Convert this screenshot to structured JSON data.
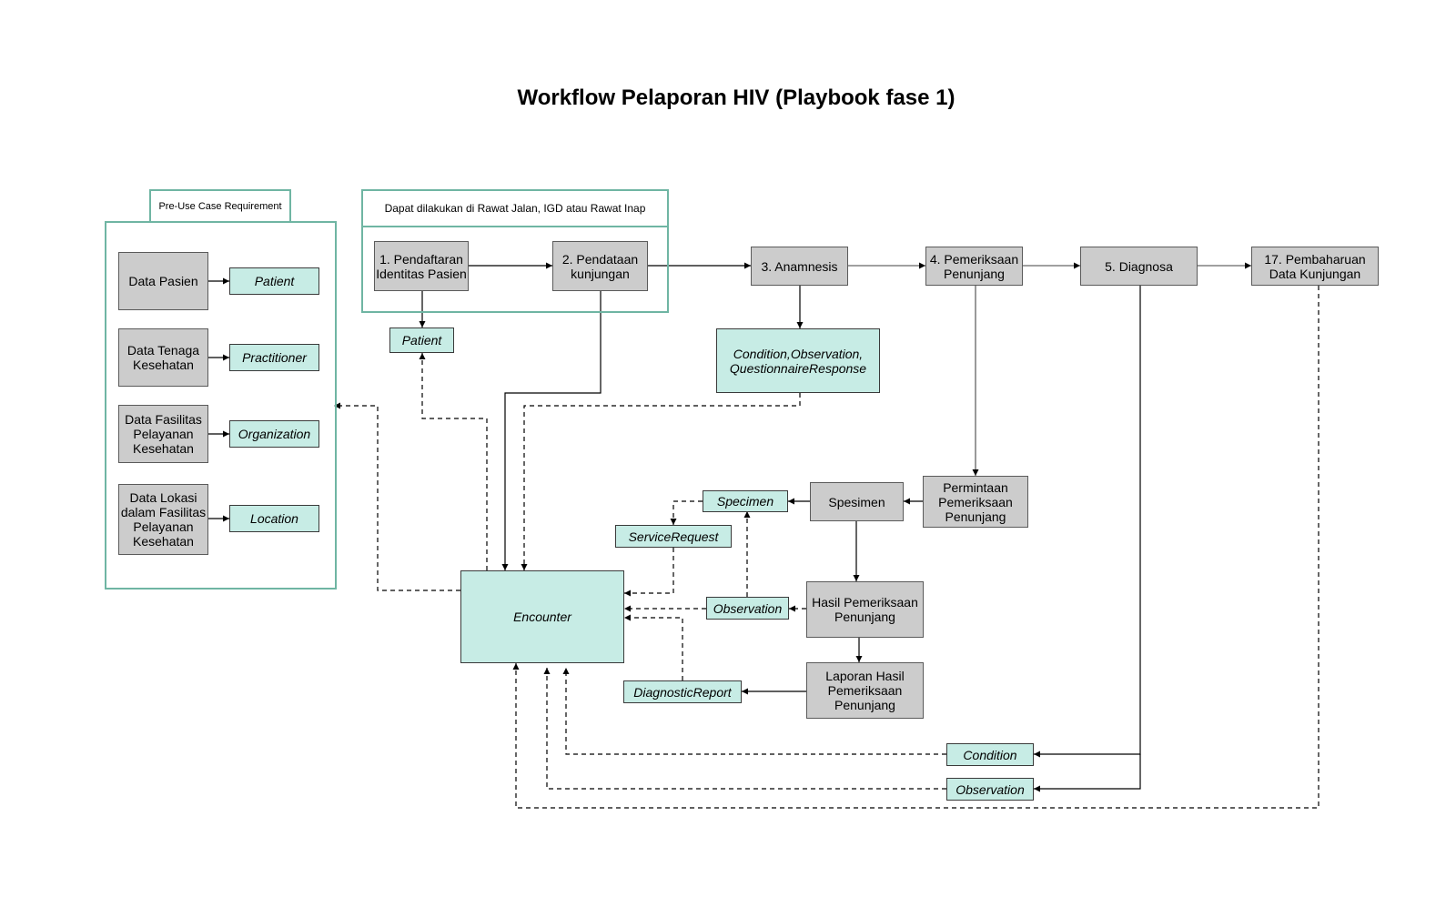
{
  "title": "Workflow Pelaporan HIV (Playbook fase 1)",
  "groups": {
    "pre_use_case": "Pre-Use Case Requirement",
    "care_setting": "Dapat dilakukan di Rawat Jalan, IGD atau Rawat Inap"
  },
  "prereq": {
    "data_pasien": "Data Pasien",
    "data_tenaga": "Data Tenaga\nKesehatan",
    "data_fasilitas": "Data Fasilitas\nPelayanan\nKesehatan",
    "data_lokasi": "Data Lokasi\ndalam Fasilitas\nPelayanan\nKesehatan"
  },
  "prereq_resources": {
    "patient": "Patient",
    "practitioner": "Practitioner",
    "organization": "Organization",
    "location": "Location"
  },
  "steps": {
    "step1": "1. Pendaftaran\nIdentitas Pasien",
    "step2": "2. Pendataan\nkunjungan",
    "step3": "3. Anamnesis",
    "step4": "4. Pemeriksaan\nPenunjang",
    "step5": "5. Diagnosa",
    "step17": "17. Pembaharuan\nData Kunjungan",
    "permintaan": "Permintaan\nPemeriksaan\nPenunjang",
    "spesimen": "Spesimen",
    "hasil": "Hasil Pemeriksaan\nPenunjang",
    "laporan": "Laporan Hasil\nPemeriksaan\nPenunjang"
  },
  "resources": {
    "patient": "Patient",
    "anamnesis": "Condition,Observation,\nQuestionnaireResponse",
    "specimen": "Specimen",
    "service_request": "ServiceRequest",
    "observation_lab": "Observation",
    "diagnostic_report": "DiagnosticReport",
    "encounter": "Encounter",
    "condition": "Condition",
    "observation_dx": "Observation"
  },
  "colors": {
    "process_fill": "#cccccc",
    "resource_fill": "#c7ece5",
    "group_border": "#6fb5a3"
  }
}
